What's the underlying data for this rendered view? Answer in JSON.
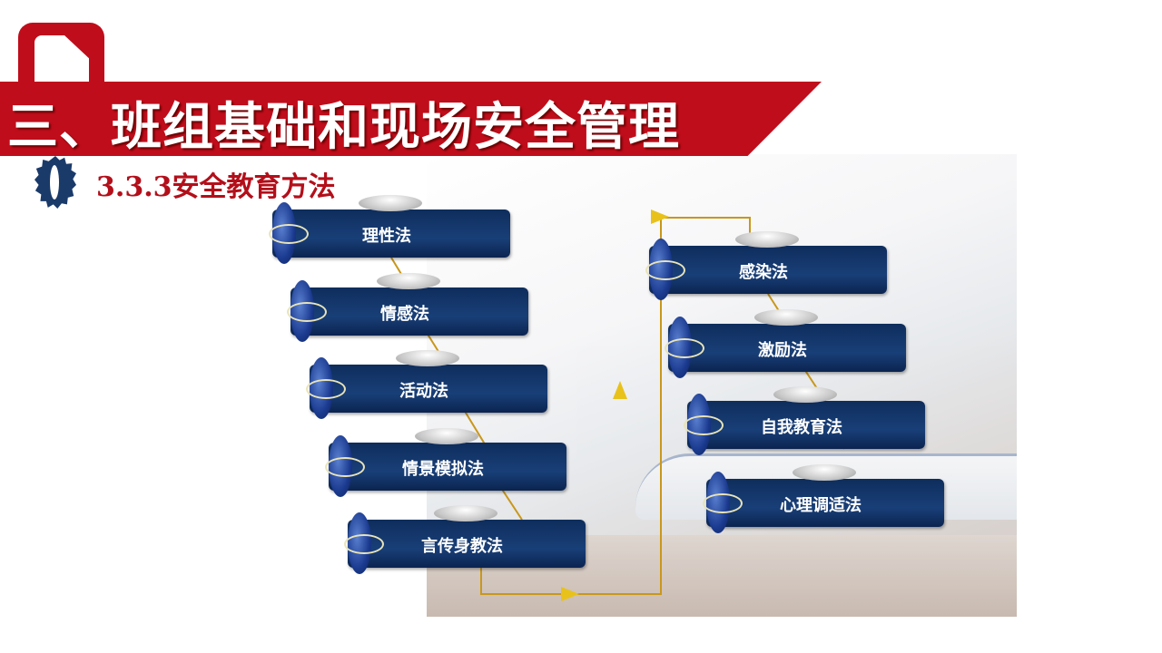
{
  "header": {
    "title": "三、班组基础和现场安全管理",
    "subtitle": "3.3.3安全教育方法"
  },
  "left_methods": [
    "理性法",
    "情感法",
    "活动法",
    "情景模拟法",
    "言传身教法"
  ],
  "right_methods": [
    "感染法",
    "激励法",
    "自我教育法",
    "心理调适法"
  ],
  "colors": {
    "banner": "#c00d1b",
    "node": "#12336a",
    "connector": "#d4a017"
  }
}
